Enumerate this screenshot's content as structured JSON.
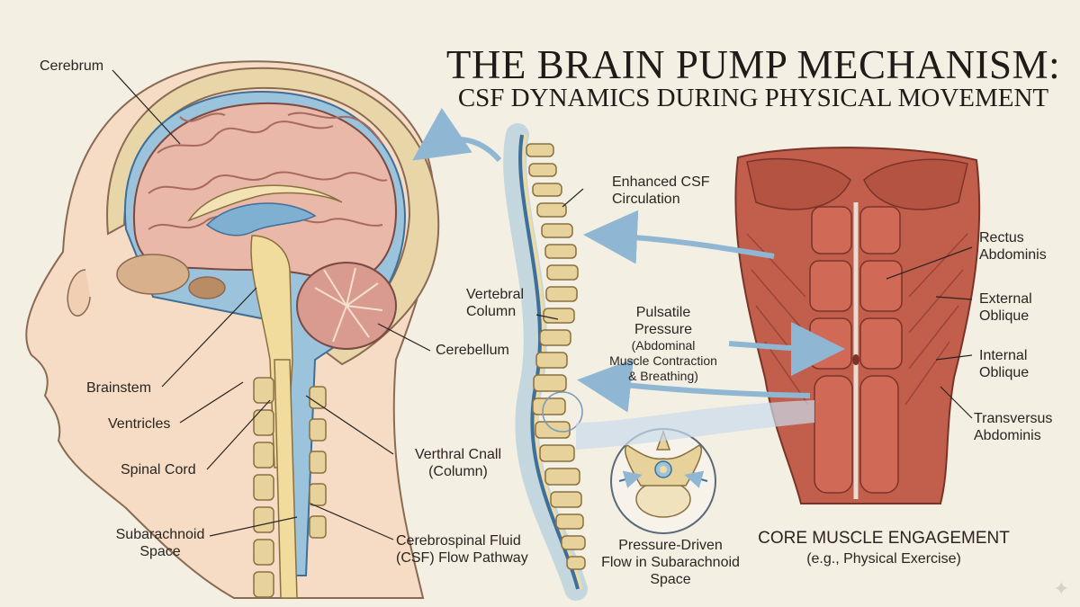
{
  "title": "THE BRAIN PUMP MECHANISM:",
  "subtitle": "CSF DYNAMICS DURING PHYSICAL MOVEMENT",
  "labels": {
    "cerebrum": "Cerebrum",
    "brainstem": "Brainstem",
    "ventricles": "Ventricles",
    "spinal_cord": "Spinal Cord",
    "subarachnoid_1": "Subarachnoid",
    "subarachnoid_2": "Space",
    "cerebellum": "Cerebellum",
    "verthral_1": "Verthral Cnall",
    "verthral_2": "(Column)",
    "csf_1": "Cerebrospinal Fluid",
    "csf_2": "(CSF) Flow Pathway",
    "enhanced_1": "Enhanced CSF",
    "enhanced_2": "Circulation",
    "vertebral_1": "Vertebral",
    "vertebral_2": "Column",
    "pulsatile_1": "Pulsatile",
    "pulsatile_2": "Pressure",
    "pulsatile_3": "(Abdominal",
    "pulsatile_4": "Muscle Contraction",
    "pulsatile_5": "& Breathing)",
    "pressure_1": "Pressure-Driven",
    "pressure_2": "Flow in Subarachnoid",
    "pressure_3": "Space",
    "rectus_1": "Rectus",
    "rectus_2": "Abdominis",
    "external_1": "External",
    "external_2": "Oblique",
    "internal_1": "Internal",
    "internal_2": "Oblique",
    "transversus_1": "Transversus",
    "transversus_2": "Abdominis",
    "core_1": "CORE MUSCLE ENGAGEMENT",
    "core_2": "(e.g., Physical Exercise)"
  },
  "colors": {
    "background": "#f4efe3",
    "brain": "#e9b8a9",
    "csf": "#9cc3dc",
    "bone": "#e6d29a",
    "muscle": "#c25e4c"
  },
  "icons": {
    "corner_mark": "sparkle-icon"
  }
}
